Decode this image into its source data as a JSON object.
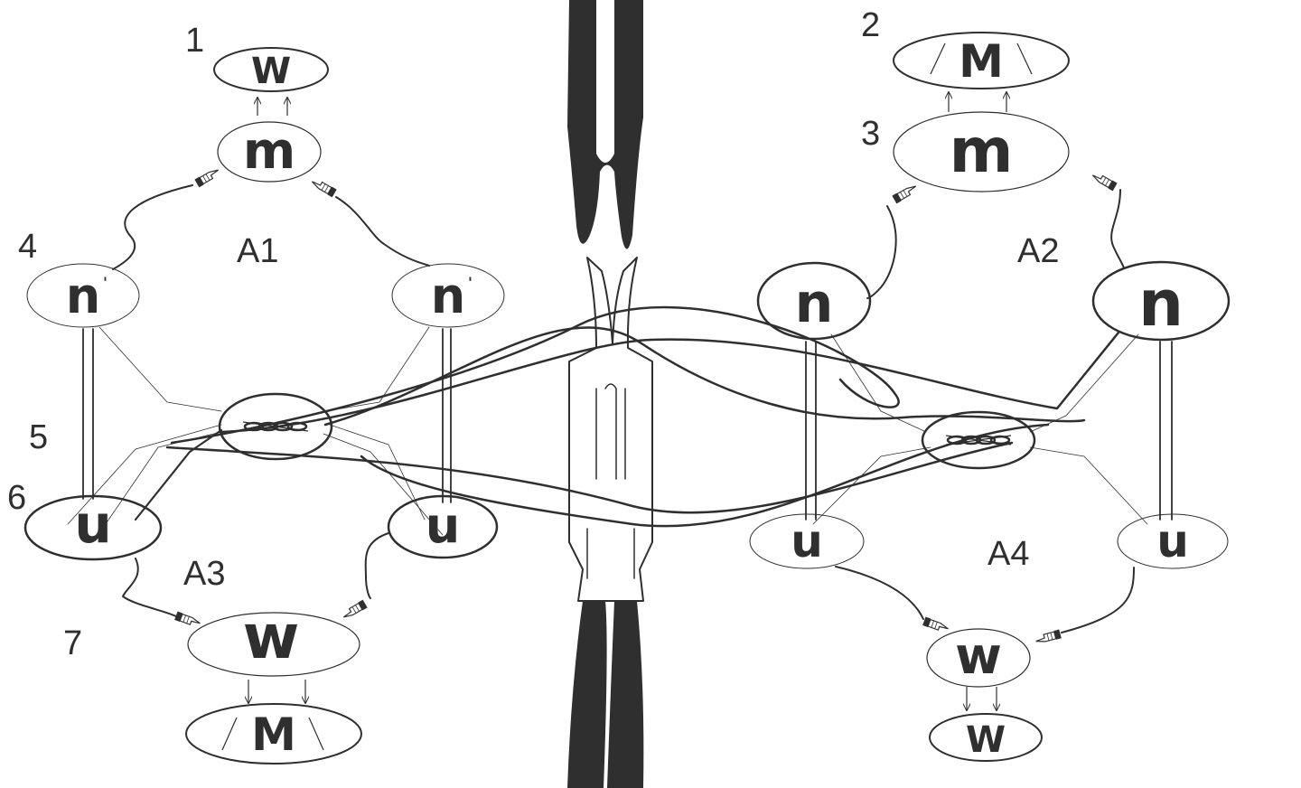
{
  "labels": {
    "n1": "1",
    "n2": "2",
    "n3": "3",
    "n4": "4",
    "n5": "5",
    "n6": "6",
    "n7": "7",
    "a1": "A1",
    "a2": "A2",
    "a3": "A3",
    "a4": "A4"
  },
  "glyphs": {
    "w": "W",
    "m": "M",
    "m_bold": "m",
    "n": "n",
    "u": "u",
    "w_bold": "w",
    "tick": "'"
  },
  "colors": {
    "ink": "#2f2f2f",
    "background": "#ffffff"
  },
  "icons": {
    "hand": "pointing-hand-icon",
    "chain": "chain-link-icon"
  }
}
